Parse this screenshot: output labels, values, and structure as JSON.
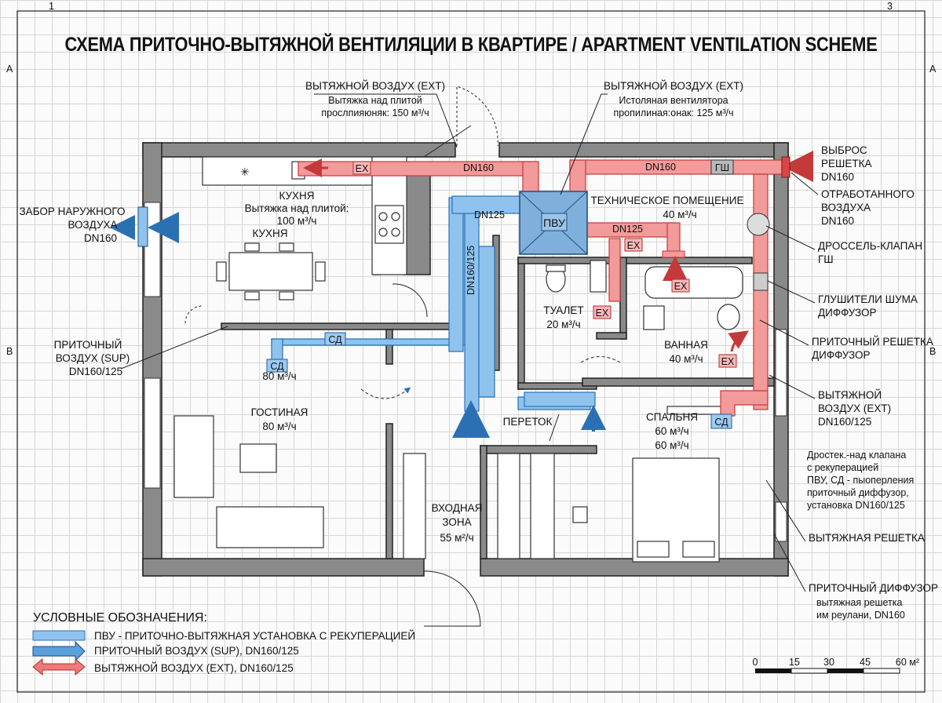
{
  "title": "СХЕМА ПРИТОЧНО-ВЫТЯЖНОЙ ВЕНТИЛЯЦИИ В КВАРТИРЕ / APARTMENT VENTILATION SCHEME",
  "border_marks": {
    "top_left": "1",
    "top_right": "3",
    "left_a": "A",
    "right_a": "A",
    "left_b": "B",
    "right_b": "B"
  },
  "colors": {
    "supply": "#8fc3ee",
    "supply_stroke": "#2b70b3",
    "exhaust": "#f39a9a",
    "exhaust_stroke": "#c43a3a",
    "wall": "#8a8a8a"
  },
  "top_callouts": {
    "left": {
      "head": "ВЫТЯЖНОЙ ВОЗДУХ (EXT)",
      "line1": "Вытяжка над плитой",
      "line2": "прослпияюняк: 150 м³/ч"
    },
    "right": {
      "head": "ВЫТЯЖНОЙ ВОЗДУХ (EXT)",
      "line1": "Истоляная вентилятора",
      "line2": "пропилиная:онак: 125 м³/ч"
    }
  },
  "left_callouts": {
    "intake": [
      "ЗАБОР НАРУЖНОГО",
      "ВОЗДУХА",
      "DN160"
    ],
    "supply": [
      "ПРИТОЧНЫЙ",
      "ВОЗДУХ (SUP)",
      "DN160/125"
    ]
  },
  "right_callouts": {
    "exhaust_grille": [
      "ВЫБРОС",
      "РЕШЕТКА",
      "DN160",
      "ОТРАБОТАННОГО",
      "ВОЗДУХА",
      "DN160"
    ],
    "damper": [
      "ДРОССЕЛЬ-КЛАПАН",
      "ГШ"
    ],
    "silencer": [
      "ГЛУШИТЕЛИ ШУМА",
      "ДИФФУЗОР"
    ],
    "supply_grille": [
      "ПРИТОЧНЫЙ РЕШЕТКА",
      "ДИФФУЗОР"
    ],
    "exhaust_air": [
      "ВЫТЯЖНОЙ",
      "ВОЗДУХ (EXT)",
      "DN160/125"
    ],
    "note": [
      "Дростек.-над клапана",
      "с рекуперацией",
      "ПВУ, СД - пыоперления",
      "приточный диффузор,",
      "установка DN160/125"
    ],
    "exhaust_grille2": [
      "ВЫТЯЖНАЯ РЕШЕТКА"
    ],
    "supply_diffuser": [
      "ПРИТОЧНЫЙ ДИФФУЗОР",
      "вытяжная решетка",
      "им реулани, DN160"
    ]
  },
  "rooms": {
    "kitchen": {
      "name": "КУХНЯ",
      "line1": "Вытяжка над плитой:",
      "line2": "100 м³/ч",
      "name2": "КУХНЯ"
    },
    "tech": {
      "name": "ТЕХНИЧЕСКОЕ ПОМЕЩЕНИЕ",
      "flow": "40 м³/ч"
    },
    "toilet": {
      "name": "ТУАЛЕТ",
      "flow": "20 м³/ч"
    },
    "bath": {
      "name": "ВАННАЯ",
      "flow": "40 м³/ч"
    },
    "living": {
      "name": "ГОСТИНАЯ",
      "flow": "80 м³/ч"
    },
    "bedroom": {
      "name": "СПАЛЬНЯ",
      "flow1": "60 м³/ч",
      "flow2": "60 м³/ч"
    },
    "entry": {
      "name1": "ВХОДНАЯ",
      "name2": "ЗОНА",
      "flow": "55 м²/ч"
    },
    "transfer": "ПЕРЕТОК"
  },
  "tags": {
    "pvu": "ПВУ",
    "ex": "EX",
    "sd": "СД",
    "gsh": "ГШ",
    "dn160": "DN160",
    "dn125": "DN125",
    "dn160_125": "DN160/125",
    "sd_flow": "80 м³/ч"
  },
  "legend": {
    "title": "УСЛОВНЫЕ ОБОЗНАЧЕНИЯ:",
    "items": [
      "ПВУ - ПРИТОЧНО-ВЫТЯЖНАЯ УСТАНОВКА С РЕКУПЕРАЦИЕЙ",
      "ПРИТОЧНЫЙ ВОЗДУХ (SUP), DN160/125",
      "ВЫТЯЖНОЙ ВОЗДУХ (EXT), DN160/125"
    ]
  },
  "scale": {
    "ticks": [
      "0",
      "15",
      "30",
      "45",
      "60 м²"
    ]
  }
}
